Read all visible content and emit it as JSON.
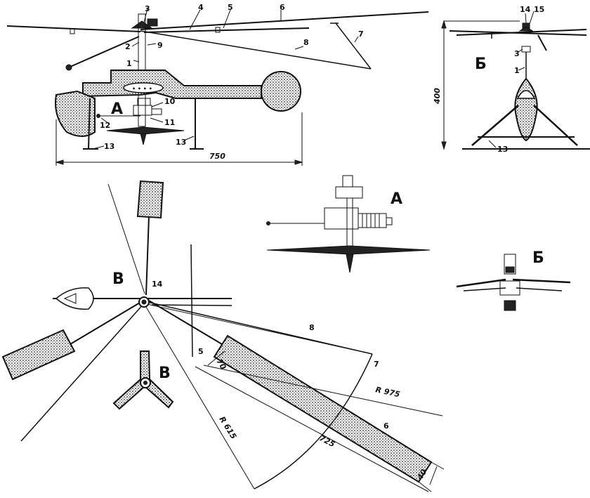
{
  "callouts": {
    "n1": "1",
    "n2": "2",
    "n3": "3",
    "n4": "4",
    "n5": "5",
    "n6": "6",
    "n7": "7",
    "n8": "8",
    "n9": "9",
    "n10": "10",
    "n11": "11",
    "n12": "12",
    "n13": "13",
    "n14": "14",
    "n15": "15"
  },
  "view_letters": {
    "a": "А",
    "b": "Б",
    "v": "В"
  },
  "dimensions": {
    "length": "750",
    "height": "400",
    "radius_outer": "R 975",
    "radius_inner": "R 615",
    "blade_length": "725",
    "blade_chord": "70",
    "blade_tip": "40"
  }
}
